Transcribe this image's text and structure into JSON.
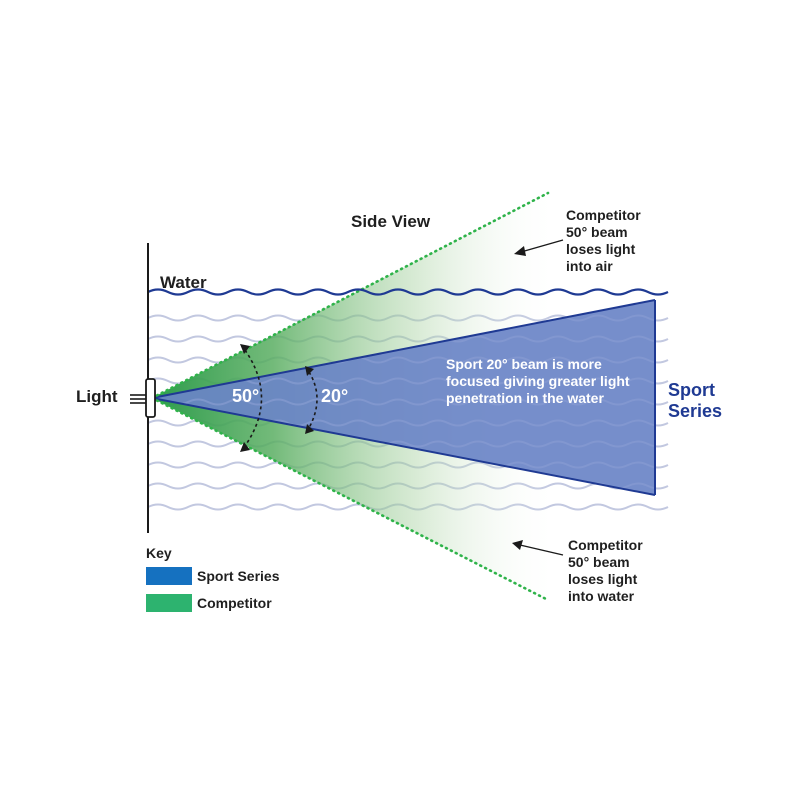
{
  "diagram": {
    "title": "Side View",
    "water_label": "Water",
    "light_label": "Light",
    "angle_wide": "50°",
    "angle_narrow": "20°",
    "sport_description": "Sport 20° beam is more focused giving greater light penetration in the water",
    "sport_label": "Sport Series",
    "competitor_top": [
      "Competitor",
      "50° beam",
      "loses light",
      "into air"
    ],
    "competitor_bottom": [
      "Competitor",
      "50° beam",
      "loses light",
      "into water"
    ]
  },
  "key": {
    "title": "Key",
    "items": [
      {
        "label": "Sport Series",
        "color": "#1571c0"
      },
      {
        "label": "Competitor",
        "color": "#2db36f"
      }
    ]
  },
  "colors": {
    "sport_beam": "#6a84c7",
    "sport_edge": "#1f3a93",
    "competitor_beam": "#2a9a4a",
    "competitor_edge": "#2fb34a",
    "water_line": "#1f3a93",
    "wave_lines": "#c2c8e0"
  }
}
